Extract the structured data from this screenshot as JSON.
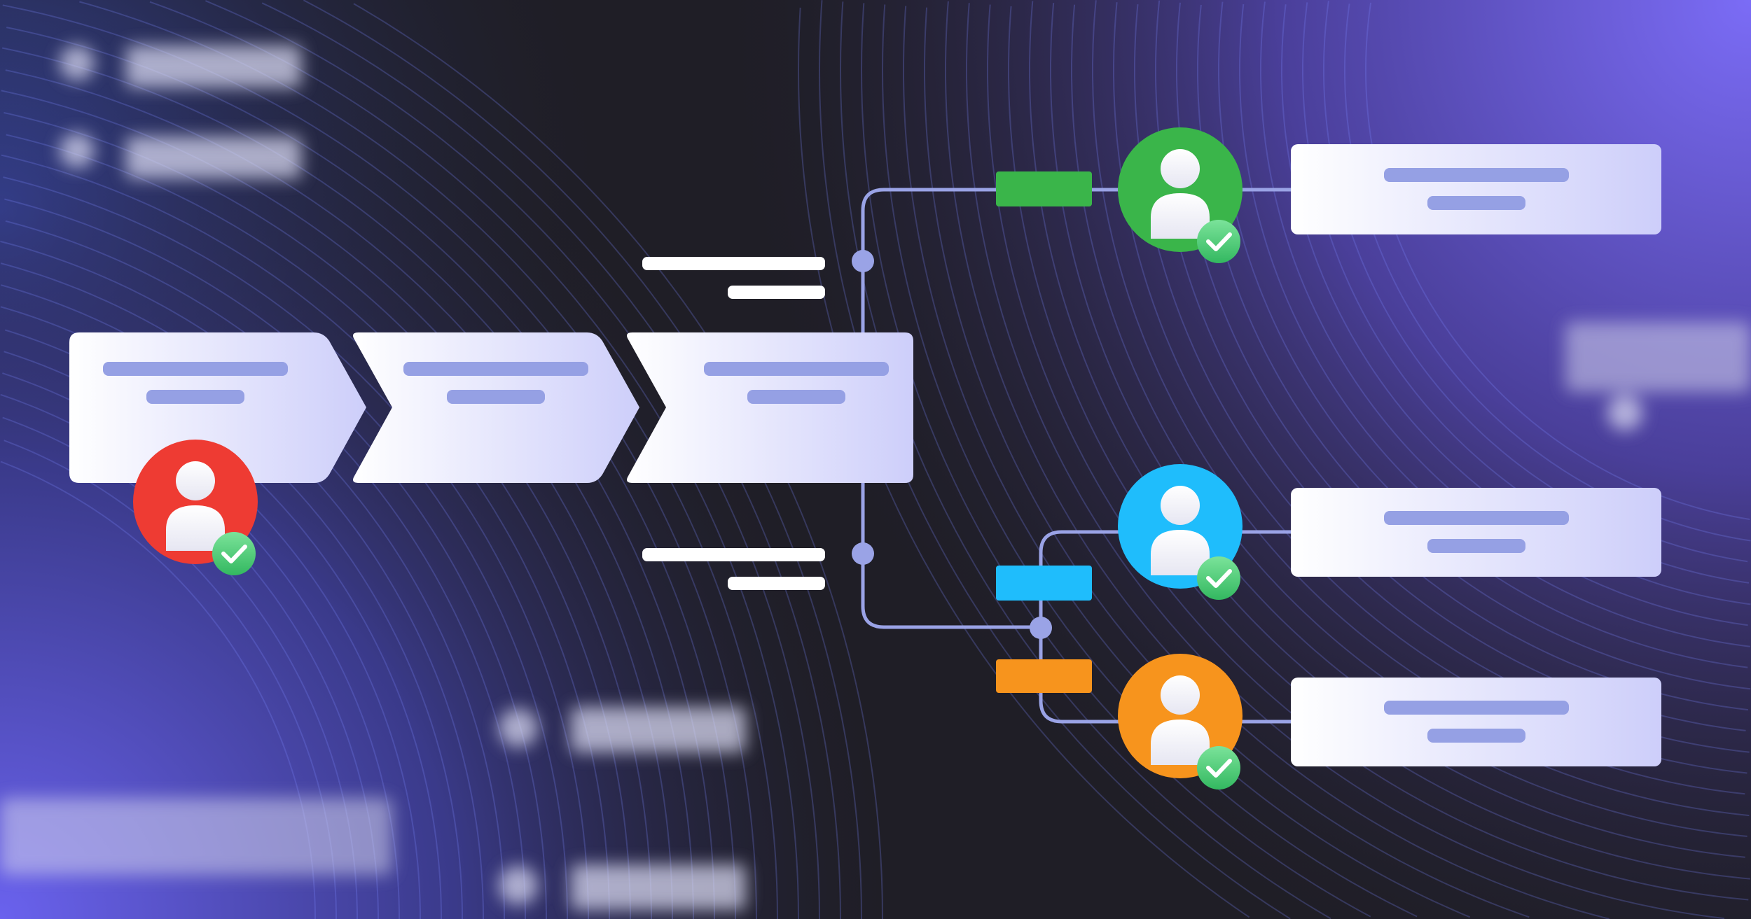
{
  "colors": {
    "background_dark": "#1f1e26",
    "background_purple": "#6a5ce8",
    "card_light": "#ffffff",
    "card_tint": "#cfd0fb",
    "placeholder_bar": "#95a0e4",
    "connector": "#9aa3e6",
    "approval_green": "#3ab54a",
    "approval_blue": "#1fbdfc",
    "approval_orange": "#f7941d",
    "approval_red": "#ee3b33",
    "check_badge": "#4cd07a"
  },
  "nodes": {
    "steps": [
      "step-1",
      "step-2",
      "step-3"
    ],
    "approvers": [
      "red",
      "green",
      "blue",
      "orange"
    ]
  }
}
